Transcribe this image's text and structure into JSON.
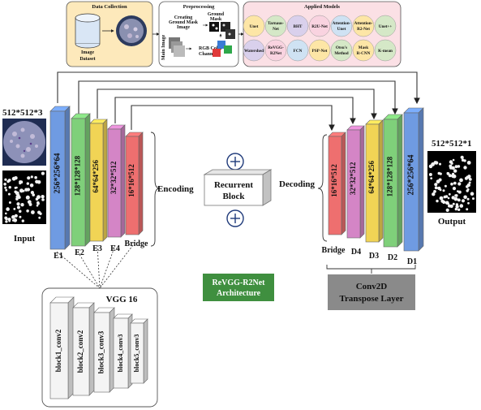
{
  "top_panel": {
    "data_collection": {
      "title": "Data Collection",
      "dataset_label": "Image Dataset"
    },
    "preprocessing": {
      "title": "Preprocessing",
      "ground_mask": "Ground Mask",
      "creating_mask": "Creating Ground Mask Image",
      "main_image": "Main Image",
      "rgb_channel": "RGB Color Channel"
    },
    "applied_models": {
      "title": "Applied Models",
      "models": [
        "Unet",
        "Tarnaus-Net",
        "BHT",
        "R2U-Net",
        "Attention-Unet",
        "Attention-R2-Net",
        "Unet++",
        "Watershed",
        "ReVGG-R2Net",
        "FCN",
        "PSP-Net",
        "Otsu's Method",
        "Mask R-CNN",
        "K-mean"
      ]
    }
  },
  "input": {
    "size": "512*512*3",
    "label": "Input"
  },
  "output": {
    "size": "512*512*1",
    "label": "Output"
  },
  "encoder": {
    "label": "Encoding",
    "blocks": [
      {
        "name": "E1",
        "dims": "256*256*64",
        "color": "#6f9be2"
      },
      {
        "name": "E2",
        "dims": "128*128*128",
        "color": "#7fd07a"
      },
      {
        "name": "E3",
        "dims": "64*64*256",
        "color": "#f1d455"
      },
      {
        "name": "E4",
        "dims": "32*32*512",
        "color": "#d485c6"
      },
      {
        "name": "Bridge",
        "dims": "16*16*512",
        "color": "#ee6f6f"
      }
    ]
  },
  "decoder": {
    "label": "Decoding",
    "blocks": [
      {
        "name": "Bridge",
        "dims": "16*16*512",
        "color": "#ee6f6f"
      },
      {
        "name": "D4",
        "dims": "32*32*512",
        "color": "#d485c6"
      },
      {
        "name": "D3",
        "dims": "64*64*256",
        "color": "#f1d455"
      },
      {
        "name": "D2",
        "dims": "128*128*128",
        "color": "#7fd07a"
      },
      {
        "name": "D1",
        "dims": "256*256*64",
        "color": "#6f9be2"
      }
    ]
  },
  "recurrent_block": {
    "label": "Recurrent Block"
  },
  "architecture_label": "ReVGG-R2Net Architecture",
  "transpose_label": "Conv2D Transpose Layer",
  "vgg": {
    "title": "VGG 16",
    "blocks": [
      "block1_conv2",
      "block2_conv2",
      "block3_conv3",
      "block4_conv3",
      "block5_conv3"
    ]
  },
  "colors": {
    "architecture_bg": "#3f8f3f",
    "transpose_bg": "#8a8a8a",
    "data_collection_bg": "#fde9bb",
    "applied_models_bg": "#fbe0e5"
  }
}
